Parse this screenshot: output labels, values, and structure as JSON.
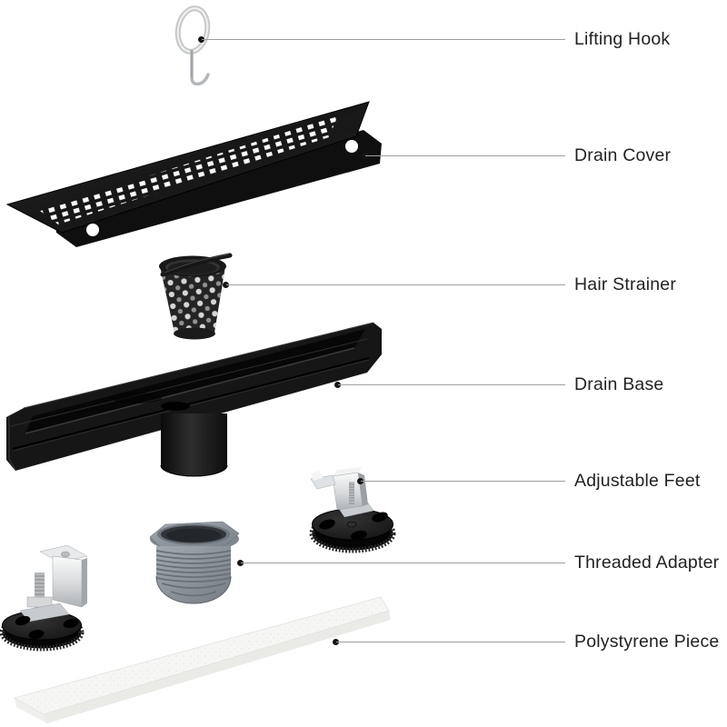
{
  "diagram": {
    "background": "#ffffff",
    "label_color": "#222222",
    "leader_line_color": "#9e9e9e",
    "leader_dot_color": "#151515"
  },
  "parts": [
    {
      "id": "lifting-hook",
      "label": "Lifting Hook",
      "color": "#c9cbcd"
    },
    {
      "id": "drain-cover",
      "label": "Drain Cover",
      "color": "#1a1a1a"
    },
    {
      "id": "hair-strainer",
      "label": "Hair Strainer",
      "color": "#242424"
    },
    {
      "id": "drain-base",
      "label": "Drain Base",
      "color": "#161616"
    },
    {
      "id": "adjustable-feet",
      "label": "Adjustable Feet",
      "color": "#111111"
    },
    {
      "id": "threaded-adapter",
      "label": "Threaded Adapter",
      "color": "#8b9197"
    },
    {
      "id": "polystyrene-piece",
      "label": "Polystyrene Piece",
      "color": "#f4f4f2"
    }
  ]
}
